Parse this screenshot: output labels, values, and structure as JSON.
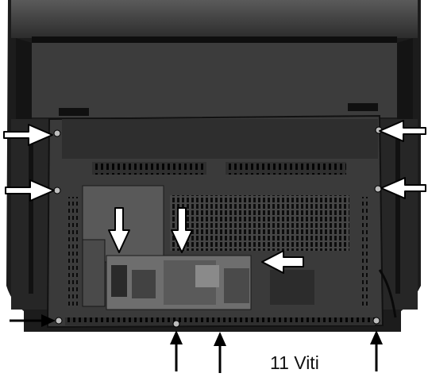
{
  "figure": {
    "caption": "11 Viti",
    "subject": "tv-rear-cover-photo",
    "arrow_count": 11
  },
  "colors": {
    "background": "#ffffff",
    "cabinet": "#1e1e1e",
    "cover": "#3a3a3a",
    "panel": "#6e6e6e",
    "arrow_fill": "#ffffff",
    "arrow_stroke": "#000000"
  }
}
